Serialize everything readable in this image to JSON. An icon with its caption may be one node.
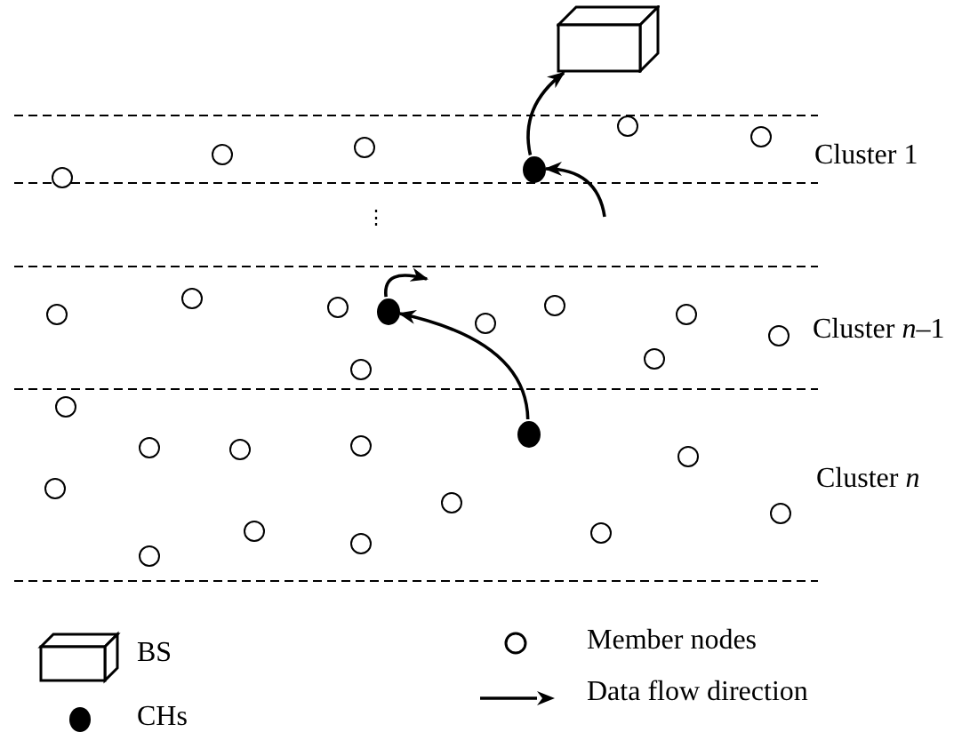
{
  "diagram": {
    "nodes": [
      {
        "text": [],
        "shape": "box"
      },
      {
        "text": [],
        "shape": "circle"
      },
      {
        "text": [],
        "shape": "circle"
      },
      {
        "text": [],
        "shape": "circle"
      },
      {
        "text": [],
        "shape": "circle"
      },
      {
        "text": [],
        "shape": "circle"
      },
      {
        "text": [],
        "shape": "circle"
      },
      {
        "text": [],
        "shape": "circle"
      },
      {
        "text": [],
        "shape": "circle"
      },
      {
        "text": [],
        "shape": "circle"
      },
      {
        "text": [],
        "shape": "circle"
      },
      {
        "text": [],
        "shape": "circle"
      },
      {
        "text": [],
        "shape": "circle"
      },
      {
        "text": [],
        "shape": "circle"
      },
      {
        "text": [],
        "shape": "circle"
      },
      {
        "text": [],
        "shape": "circle"
      },
      {
        "text": [],
        "shape": "circle"
      },
      {
        "text": [],
        "shape": "circle"
      },
      {
        "text": [],
        "shape": "circle"
      },
      {
        "text": [],
        "shape": "circle"
      },
      {
        "text": [],
        "shape": "circle"
      },
      {
        "text": [],
        "shape": "circle"
      },
      {
        "text": [],
        "shape": "circle"
      },
      {
        "text": [],
        "shape": "circle"
      },
      {
        "text": [],
        "shape": "circle"
      },
      {
        "text": [],
        "shape": "circle"
      },
      {
        "text": [],
        "shape": "circle"
      },
      {
        "text": [],
        "shape": "circle"
      },
      {
        "text": [],
        "shape": "circle"
      },
      {
        "text": [],
        "shape": "circle"
      }
    ],
    "edges": [
      {
        "from": 26,
        "to": 11,
        "arrow": "to"
      },
      {
        "from": 11,
        "to": null,
        "arrow": "to"
      },
      {
        "from": null,
        "to": 4,
        "arrow": "to"
      },
      {
        "from": 4,
        "to": 0,
        "arrow": "to"
      }
    ],
    "labels": [
      "Cluster 1",
      "⋮",
      "Cluster *n*–1",
      "Cluster *n*"
    ],
    "legend": [
      {
        "text": "BS"
      },
      {
        "text": "CHs"
      },
      {
        "text": "Member nodes"
      },
      {
        "text": "Data flow direction"
      }
    ]
  }
}
